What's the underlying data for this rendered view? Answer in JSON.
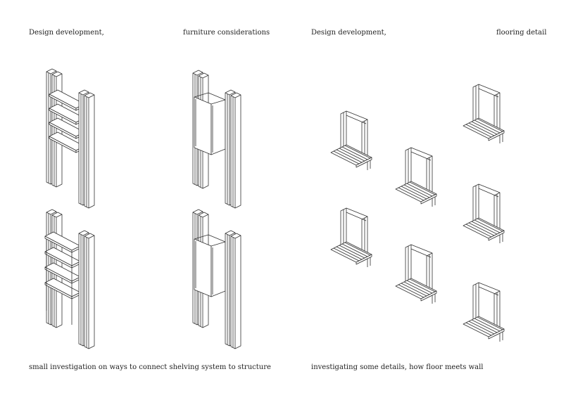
{
  "headings": {
    "left_title": "Design development,",
    "left_subtitle": "furniture considerations",
    "right_title": "Design development,",
    "right_subtitle": "flooring detail"
  },
  "captions": {
    "left": "small investigation on ways to connect shelving system to structure",
    "right": "investigating some details, how floor meets wall"
  }
}
